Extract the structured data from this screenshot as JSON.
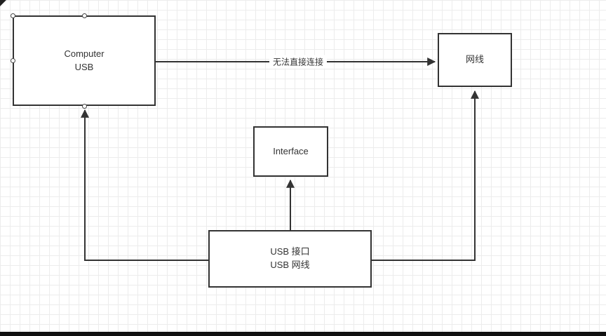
{
  "diagram": {
    "nodes": {
      "computer_usb": {
        "line1": "Computer",
        "line2": "USB"
      },
      "network_cable": {
        "label": "网线"
      },
      "interface": {
        "label": "Interface"
      },
      "usb_adapter": {
        "line1": "USB 接口",
        "line2": "USB  网线"
      }
    },
    "edges": {
      "cannot_connect_label": "无法直接连接"
    },
    "colors": {
      "node_border": "#333333",
      "edge_stroke": "#333333",
      "grid_line": "#ececec",
      "canvas_bg": "#ffffff",
      "bottom_bar": "#111111"
    }
  }
}
